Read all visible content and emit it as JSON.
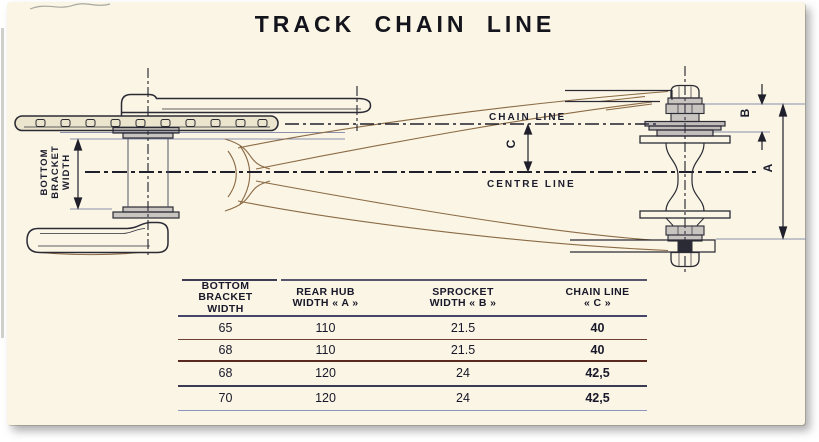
{
  "page": {
    "title": "TRACK CHAIN LINE"
  },
  "diagram": {
    "labels": {
      "chain_line": "CHAIN LINE",
      "centre_line": "CENTRE LINE",
      "dim_a": "A",
      "dim_b": "B",
      "dim_c": "C",
      "bb_lines": [
        "BOTTOM",
        "BRACKET",
        "WIDTH"
      ]
    },
    "icons": {
      "crank_top": "top-crank-arm",
      "crank_bottom": "bottom-crank-arm",
      "chainring": "chainring-with-chain",
      "rear_hub": "rear-hub-axle"
    }
  },
  "table": {
    "headers": [
      {
        "lines": [
          "BOTTOM",
          "BRACKET",
          "WIDTH"
        ]
      },
      {
        "lines": [
          "REAR HUB",
          "WIDTH « A »"
        ]
      },
      {
        "lines": [
          "SPROCKET",
          "WIDTH « B »"
        ]
      },
      {
        "lines": [
          "CHAIN LINE",
          "« C »"
        ]
      }
    ],
    "rows": [
      [
        "65",
        "110",
        "21.5",
        "40"
      ],
      [
        "68",
        "110",
        "21.5",
        "40"
      ],
      [
        "68",
        "120",
        "24",
        "42,5"
      ],
      [
        "70",
        "120",
        "24",
        "42,5"
      ]
    ]
  },
  "colors": {
    "paper": "#faf5e4",
    "ink": "#20202c",
    "construction_blue": "#8a90ae",
    "construction_brown": "#8b6a45",
    "table_line_dark": "#3b3b55",
    "table_line_maroon": "#5a2a20",
    "table_line_light": "#8a94bc"
  }
}
